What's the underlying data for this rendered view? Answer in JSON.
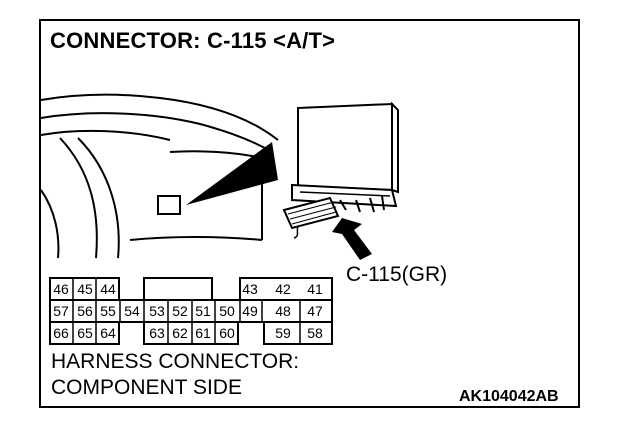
{
  "title": "CONNECTOR: C-115 <A/T>",
  "connector_label": "C-115(GR)",
  "harness_line1": "HARNESS CONNECTOR:",
  "harness_line2": "COMPONENT SIDE",
  "figure_code": "AK104042AB",
  "pins": {
    "row1": [
      "46",
      "45",
      "44",
      "43",
      "42",
      "41"
    ],
    "row2": [
      "57",
      "56",
      "55",
      "54",
      "53",
      "52",
      "51",
      "50",
      "49",
      "48",
      "47"
    ],
    "row3": [
      "66",
      "65",
      "64",
      "63",
      "62",
      "61",
      "60",
      "59",
      "58"
    ]
  }
}
